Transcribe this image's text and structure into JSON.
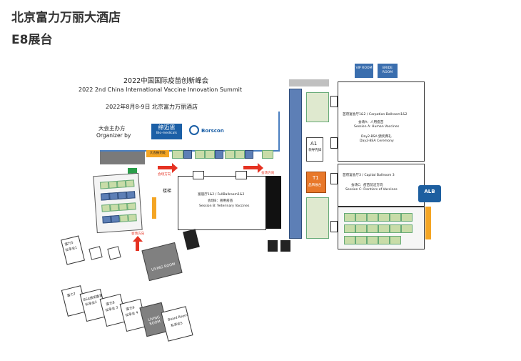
{
  "page": {
    "hotel": "北京富力万丽大酒店",
    "booth": "E8展台"
  },
  "summit": {
    "title_cn": "2022中国国际疫苗创新峰会",
    "title_en": "2022 2nd China International Vaccine Innovation Summit",
    "date_venue": "2022年8月8-9日 北京富力万丽酒店",
    "organizer_cn": "大会主办方",
    "organizer_en": "Organizer by",
    "org_logo1": "缔迈思",
    "org_logo1_sub": "Bio-medicals",
    "org_logo2": "Borscon"
  },
  "rooms": {
    "vip": "VIP ROOM",
    "bride": "BRIDE ROOM",
    "carpation": "首府宴会厅1&2 / Carpation Ballroom1&2",
    "session_a_cn": "会场A：人用疫苗",
    "session_a_en": "Session A: Human Vaccines",
    "day2_1": "Day2-BSA 颁奖典礼",
    "day2_2": "Day2-BSA Ceremony",
    "capital": "首府宴会厅3 / Capital Ballroom 3",
    "session_c_cn": "会场C：疫苗前沿方向",
    "session_c_en": "Session C: Frontiers of Vaccines",
    "full": "富丽厅1&2 / FullBallroom1&2",
    "session_b_cn": "会场B：兽用疫苗",
    "session_b_en": "Session B: Veterinary Vaccines",
    "living1": "LIVING ROOM",
    "living2": "LIVING ROOM",
    "board": "Board Room",
    "board_sub": "私享会5",
    "stairs": "楼梯",
    "to_venue1": "会场方向",
    "to_venue2": "会场方向",
    "to_venue3": "会场方向",
    "reg": "大会报到处",
    "a1": "A1",
    "a1_sub": "领导先锋",
    "t1": "T1",
    "t1_sub": "品牌展台",
    "logo_badge": "ALB"
  },
  "private_rooms": [
    {
      "name": "富力5",
      "sub": "私享会1"
    },
    {
      "name": "富力7",
      "sub": ""
    },
    {
      "name": "BSA颁奖嘉宾",
      "sub": "私享会2"
    },
    {
      "name": "富力8",
      "sub": "私享会 3"
    },
    {
      "name": "富力9",
      "sub": "私享会 4"
    }
  ],
  "colors": {
    "booth_green": "#c8dca8",
    "booth_blue": "#5d7fb6",
    "arrow_red": "#e53222",
    "room_gray": "#808080",
    "t1_orange": "#e8782a",
    "badge_blue": "#1d5fa0"
  }
}
